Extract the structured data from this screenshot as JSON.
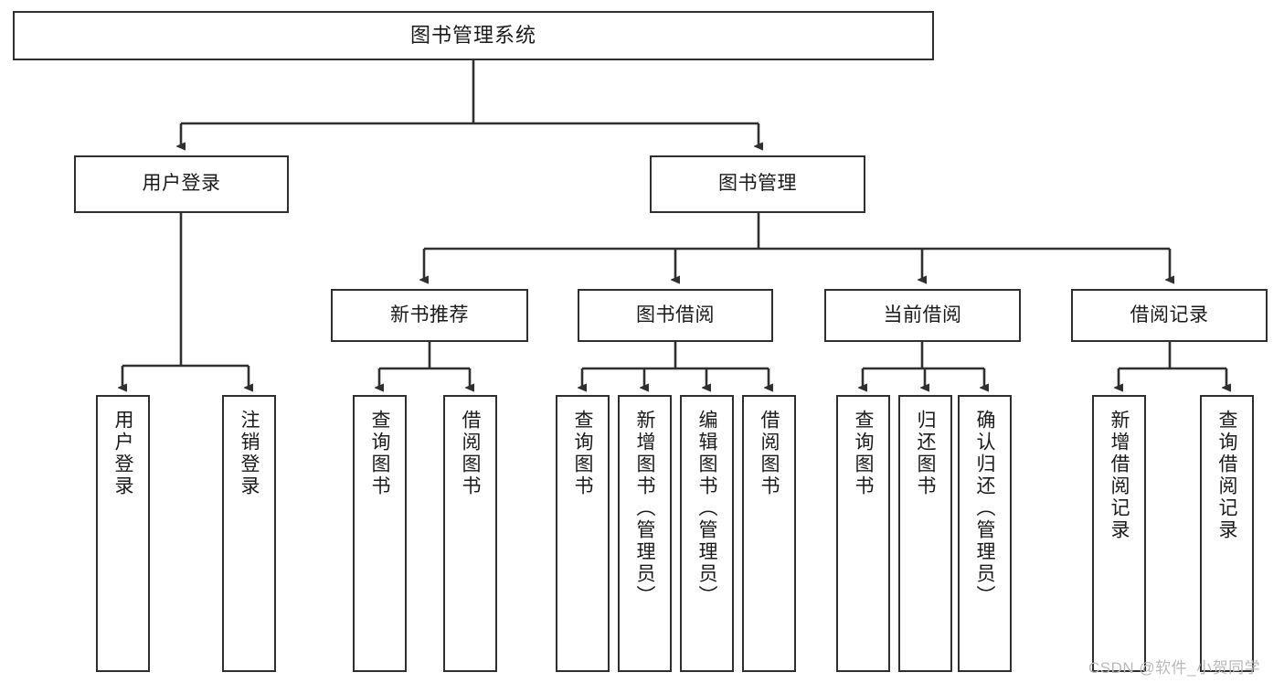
{
  "diagram": {
    "title": "图书管理系统",
    "type": "tree-hierarchy",
    "root": {
      "label": "图书管理系统"
    },
    "level2": [
      {
        "label": "用户登录"
      },
      {
        "label": "图书管理"
      }
    ],
    "level3": [
      {
        "label": "新书推荐"
      },
      {
        "label": "图书借阅"
      },
      {
        "label": "当前借阅"
      },
      {
        "label": "借阅记录"
      }
    ],
    "leaves": {
      "user_login": [
        {
          "label": "用户登录"
        },
        {
          "label": "注销登录"
        }
      ],
      "new_book_recommend": [
        {
          "label": "查询图书"
        },
        {
          "label": "借阅图书"
        }
      ],
      "book_borrow": [
        {
          "label": "查询图书"
        },
        {
          "label": "新增图书（管理员）"
        },
        {
          "label": "编辑图书（管理员）"
        },
        {
          "label": "借阅图书"
        }
      ],
      "current_borrow": [
        {
          "label": "查询图书"
        },
        {
          "label": "归还图书"
        },
        {
          "label": "确认归还（管理员）"
        }
      ],
      "borrow_record": [
        {
          "label": "新增借阅记录"
        },
        {
          "label": "查询借阅记录"
        }
      ]
    },
    "colors": {
      "stroke": "#2f2f2f",
      "fill": "#ffffff",
      "text": "#1a1a1a",
      "watermark": "#b9b9b9"
    }
  },
  "watermark": {
    "text": "CSDN @软件_小贺同学"
  }
}
